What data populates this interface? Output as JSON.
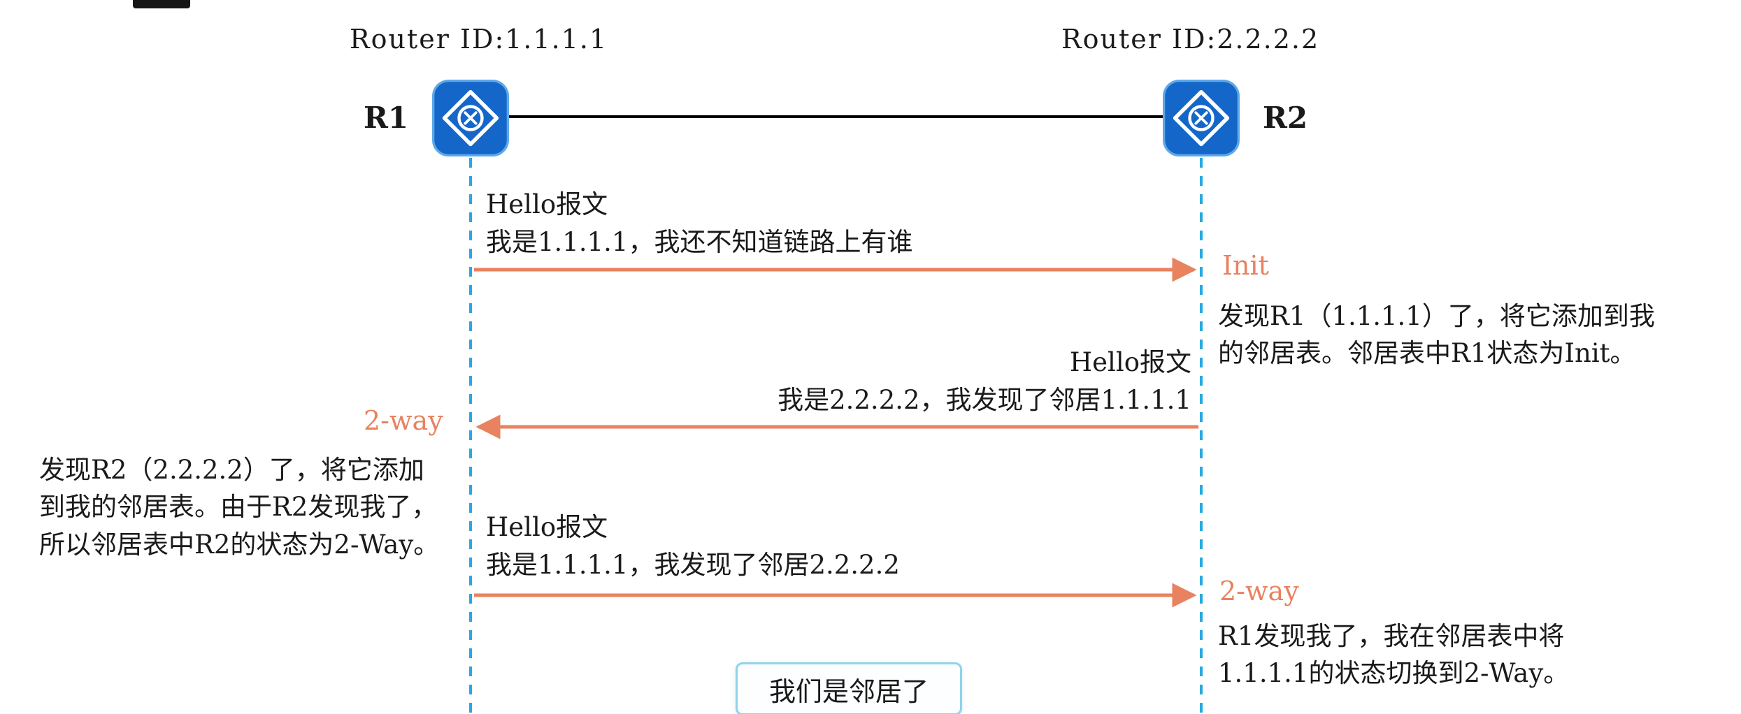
{
  "colors": {
    "arrow": "#E8825F",
    "state_text": "#E8825F",
    "lifeline": "#29A9E1",
    "router_icon_blue": "#1467C8",
    "link_line": "#000000",
    "note_box_border": "#8FD3EE",
    "text": "#1A1A1A"
  },
  "routers": {
    "r1": {
      "router_id": "Router ID:1.1.1.1",
      "name": "R1"
    },
    "r2": {
      "router_id": "Router ID:2.2.2.2",
      "name": "R2"
    }
  },
  "messages": [
    {
      "line1": "Hello报文",
      "line2": "我是1.1.1.1，我还不知道链路上有谁",
      "from": "R1",
      "to": "R2"
    },
    {
      "line1": "Hello报文",
      "line2": "我是2.2.2.2，我发现了邻居1.1.1.1",
      "from": "R2",
      "to": "R1"
    },
    {
      "line1": "Hello报文",
      "line2": "我是1.1.1.1，我发现了邻居2.2.2.2",
      "from": "R1",
      "to": "R2"
    }
  ],
  "states": {
    "r2_init": "Init",
    "r1_two_way": "2-way",
    "r2_two_way": "2-way"
  },
  "notes": {
    "r2_after_msg1": [
      "发现R1（1.1.1.1）了，将它添加到我",
      "的邻居表。邻居表中R1状态为Init。"
    ],
    "r1_after_msg2": [
      "发现R2（2.2.2.2）了，将它添加",
      "到我的邻居表。由于R2发现我了，",
      "所以邻居表中R2的状态为2-Way。"
    ],
    "r2_after_msg3": [
      "R1发现我了，我在邻居表中将",
      "1.1.1.1的状态切换到2-Way。"
    ]
  },
  "conclusion": "我们是邻居了"
}
